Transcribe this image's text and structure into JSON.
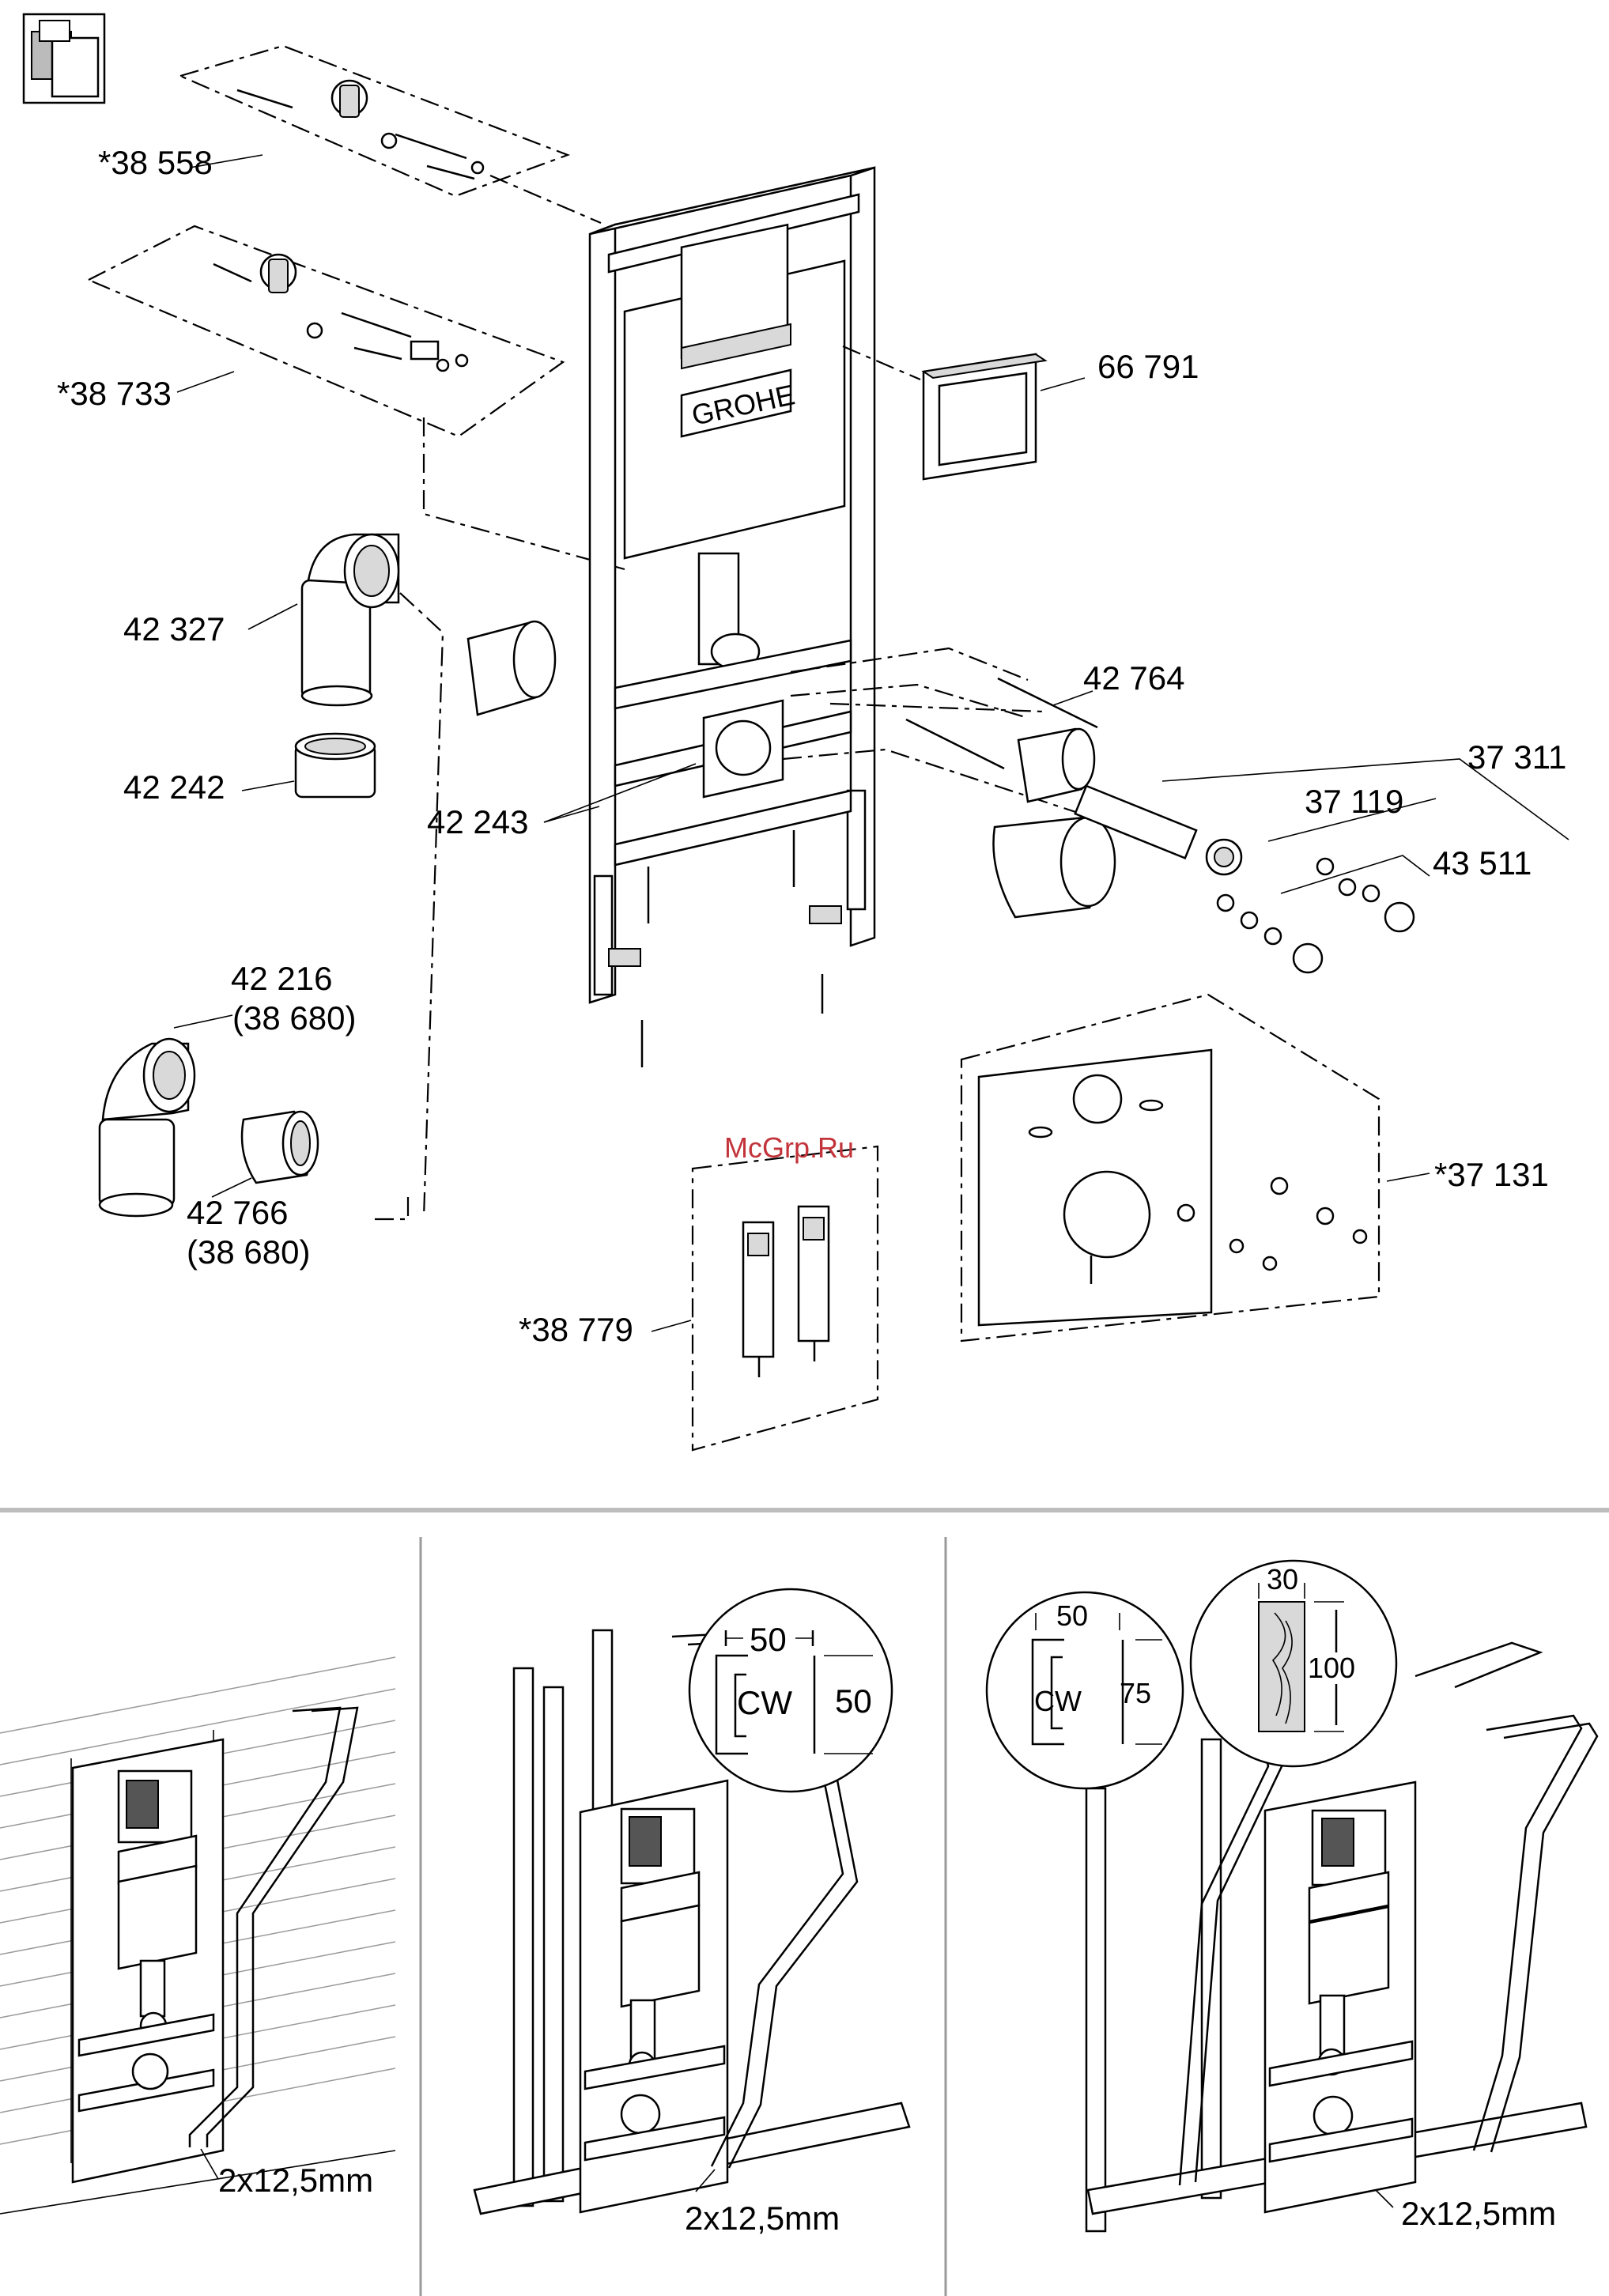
{
  "watermark": "McGrp.Ru",
  "parts": {
    "p38558": "*38 558",
    "p38733": "*38 733",
    "p66791": "66 791",
    "p42327": "42 327",
    "p42242": "42 242",
    "p42243": "42 243",
    "p42764": "42 764",
    "p37311": "37 311",
    "p37119": "37 119",
    "p43511": "43 511",
    "p42216": "42 216",
    "p42216_alt": "(38 680)",
    "p42766": "42 766",
    "p42766_alt": "(38 680)",
    "p37131": "*37 131",
    "p38779": "*38 779"
  },
  "logo_text": "GROHE",
  "panels": {
    "left": {
      "gap": "2x12,5mm"
    },
    "middle": {
      "gap": "2x12,5mm",
      "profile_label": "CW",
      "width": "50",
      "height": "50"
    },
    "right": {
      "gap": "2x12,5mm",
      "profile_label": "CW",
      "width": "50",
      "height": "75",
      "timber_width": "30",
      "timber_height": "100"
    }
  }
}
